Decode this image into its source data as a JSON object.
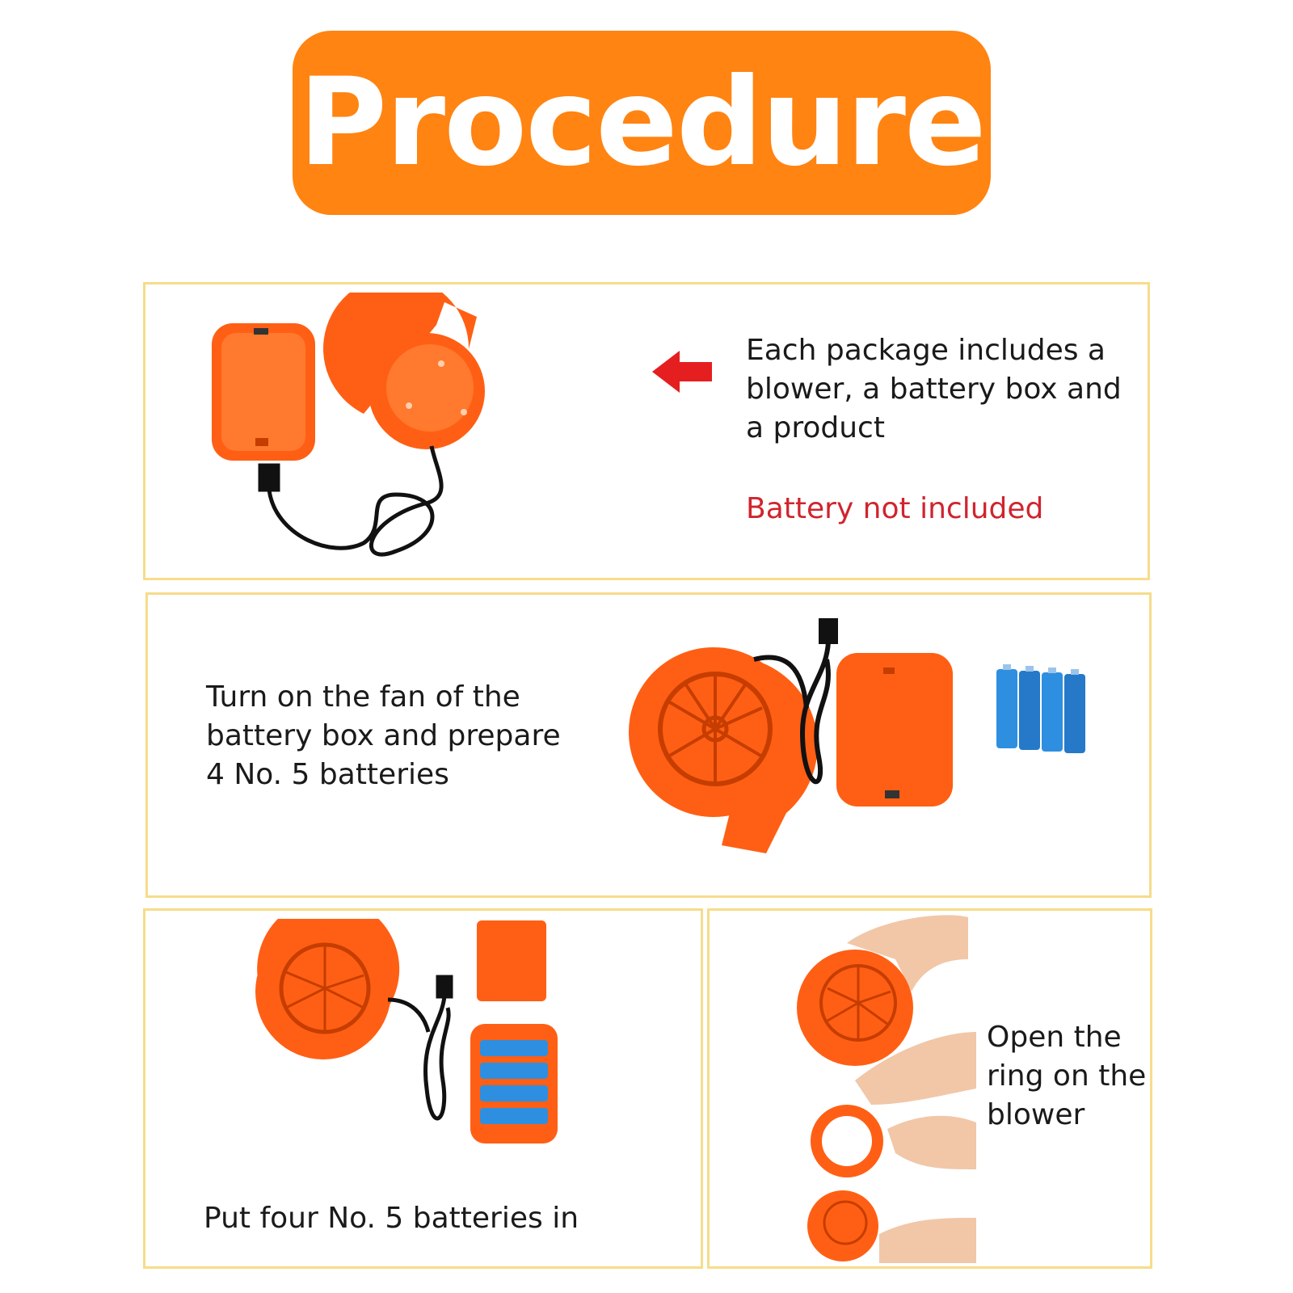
{
  "title": "Procedure",
  "colors": {
    "accent": "#ff8412",
    "panel_border": "#f7dc8a",
    "warning": "#d0242e",
    "device_orange": "#ff5f14",
    "battery_blue": "#2e8fe0"
  },
  "steps": [
    {
      "text": "Each package includes a blower, a battery box and a product",
      "note": "Battery not included",
      "icons": [
        "battery-box-icon",
        "blower-icon",
        "cable-icon",
        "left-arrow-icon"
      ]
    },
    {
      "text": "Turn on the fan of the battery box and prepare 4 No. 5 batteries",
      "icons": [
        "blower-icon",
        "battery-box-icon",
        "aa-batteries-icon"
      ]
    },
    {
      "text": "Put four No. 5 batteries in",
      "icons": [
        "blower-icon",
        "battery-box-open-icon"
      ]
    },
    {
      "text": "Open the ring on the blower",
      "icons": [
        "hands-icon",
        "blower-icon",
        "ring-icon"
      ]
    }
  ]
}
